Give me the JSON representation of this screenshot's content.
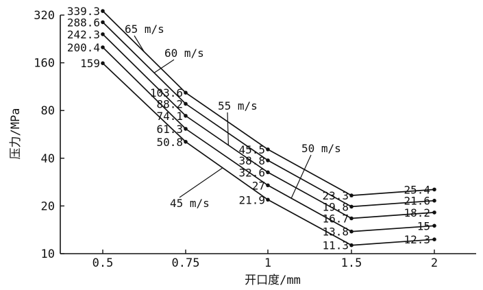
{
  "chart_data": {
    "type": "line",
    "title": "",
    "xlabel": "开口度/mm",
    "ylabel": "压力/MPa",
    "y_scale": "log",
    "ylim": [
      10,
      320
    ],
    "x_categories": [
      "0.5",
      "0.75",
      "1",
      "1.5",
      "2"
    ],
    "y_ticks": [
      10,
      20,
      40,
      80,
      160,
      320
    ],
    "series": [
      {
        "name": "65 m/s",
        "values": [
          339.3,
          103.6,
          45.5,
          23.3,
          25.4
        ]
      },
      {
        "name": "60 m/s",
        "values": [
          288.6,
          88.2,
          38.8,
          19.8,
          21.6
        ]
      },
      {
        "name": "55 m/s",
        "values": [
          242.3,
          74.1,
          32.6,
          16.7,
          18.2
        ]
      },
      {
        "name": "50 m/s",
        "values": [
          200.4,
          61.3,
          27,
          13.8,
          15
        ]
      },
      {
        "name": "45 m/s",
        "values": [
          159,
          50.8,
          21.9,
          11.3,
          12.3
        ]
      }
    ],
    "data_labels": [
      [
        "339.3",
        "103.6",
        "45.5",
        "23.3",
        "25.4"
      ],
      [
        "288.6",
        "88.2",
        "38.8",
        "19.8",
        "21.6"
      ],
      [
        "242.3",
        "74.1",
        "32.6",
        "16.7",
        "18.2"
      ],
      [
        "200.4",
        "61.3",
        "27",
        "13.8",
        "15"
      ],
      [
        "159",
        "50.8",
        "21.9",
        "11.3",
        "12.3"
      ]
    ],
    "grid": false,
    "legend": "none",
    "line_color": "#111111"
  }
}
